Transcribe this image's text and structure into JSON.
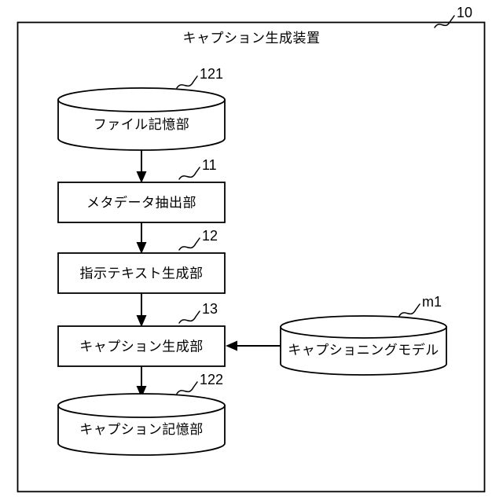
{
  "figure": {
    "outer": {
      "title": "キャプション生成装置",
      "ref": "10"
    },
    "nodes": [
      {
        "id": "file-storage",
        "shape": "cylinder",
        "label": "ファイル記憶部",
        "ref": "121"
      },
      {
        "id": "metadata-extraction",
        "shape": "box",
        "label": "メタデータ抽出部",
        "ref": "11"
      },
      {
        "id": "instruction-text-generation",
        "shape": "box",
        "label": "指示テキスト生成部",
        "ref": "12"
      },
      {
        "id": "caption-generation",
        "shape": "box",
        "label": "キャプション生成部",
        "ref": "13"
      },
      {
        "id": "caption-storage",
        "shape": "cylinder",
        "label": "キャプション記憶部",
        "ref": "122"
      },
      {
        "id": "captioning-model",
        "shape": "cylinder",
        "label": "キャプショニングモデル",
        "ref": "m1"
      }
    ],
    "connections": [
      {
        "from": "file-storage",
        "to": "metadata-extraction",
        "direction": "down"
      },
      {
        "from": "metadata-extraction",
        "to": "instruction-text-generation",
        "direction": "down"
      },
      {
        "from": "instruction-text-generation",
        "to": "caption-generation",
        "direction": "down"
      },
      {
        "from": "caption-generation",
        "to": "caption-storage",
        "direction": "down"
      },
      {
        "from": "captioning-model",
        "to": "caption-generation",
        "direction": "left"
      }
    ],
    "colors": {
      "line": "#000000",
      "fill": "#ffffff",
      "background": "#ffffff"
    }
  }
}
